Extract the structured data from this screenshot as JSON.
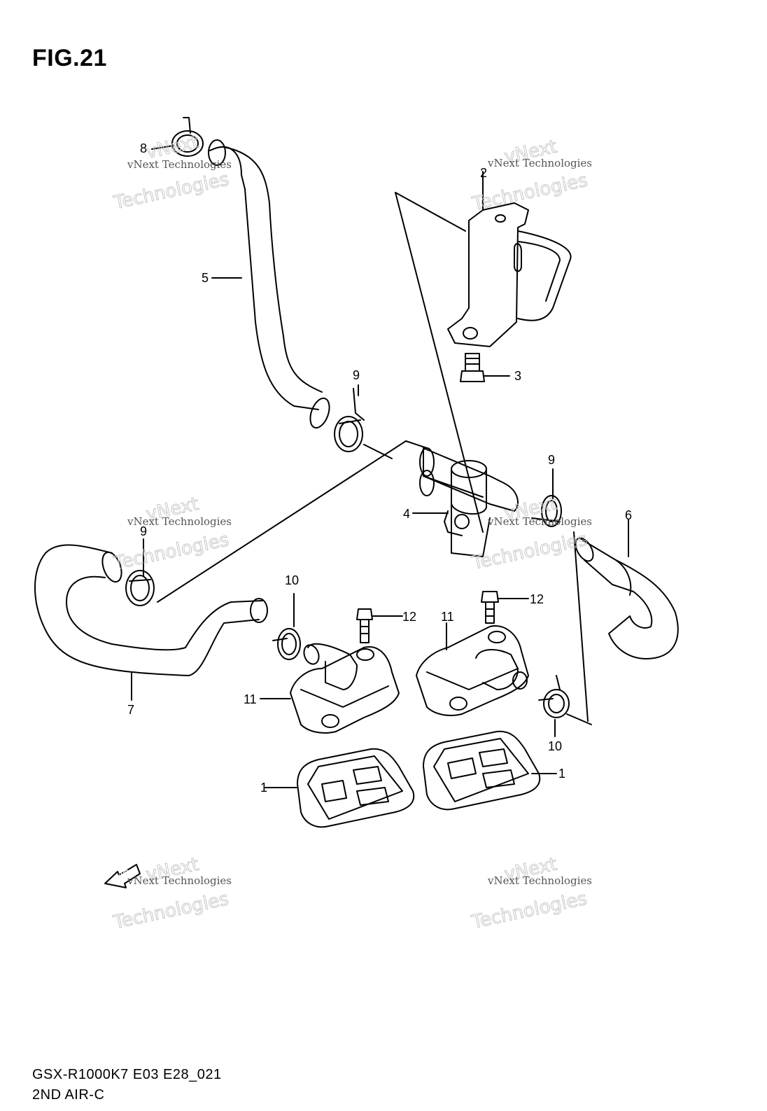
{
  "figure_title": "FIG.21",
  "callouts": [
    "8",
    "2",
    "5",
    "3",
    "9",
    "9",
    "4",
    "9",
    "6",
    "10",
    "12",
    "11",
    "12",
    "11",
    "7",
    "10",
    "1",
    "1"
  ],
  "watermark": {
    "line1": "vNext Technologies",
    "line2": "Technologies",
    "line3": "vNext"
  },
  "fwd_label": "FWD",
  "footer": {
    "code": "GSX-R1000K7 E03 E28_021",
    "name": "2ND AIR-C"
  }
}
